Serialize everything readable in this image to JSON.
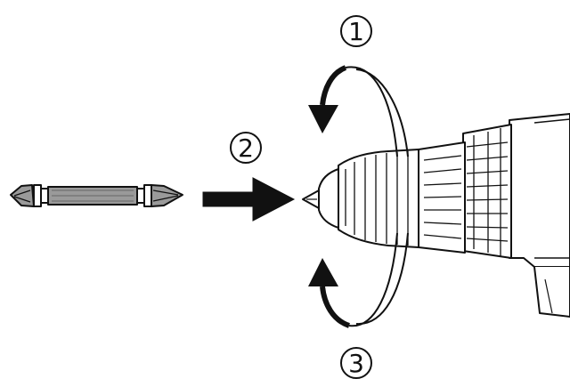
{
  "steps": [
    {
      "label": "1"
    },
    {
      "label": "2"
    },
    {
      "label": "3"
    }
  ],
  "colors": {
    "line": "#111111",
    "fill_gray": "#9a9a9a",
    "background": "#ffffff"
  },
  "icons": {
    "bit": "screwdriver-bit-icon",
    "drill": "drill-chuck-icon",
    "insert_arrow": "arrow-right-icon",
    "loosen_arrow": "rotate-counterclockwise-icon",
    "tighten_arrow": "rotate-clockwise-icon"
  }
}
